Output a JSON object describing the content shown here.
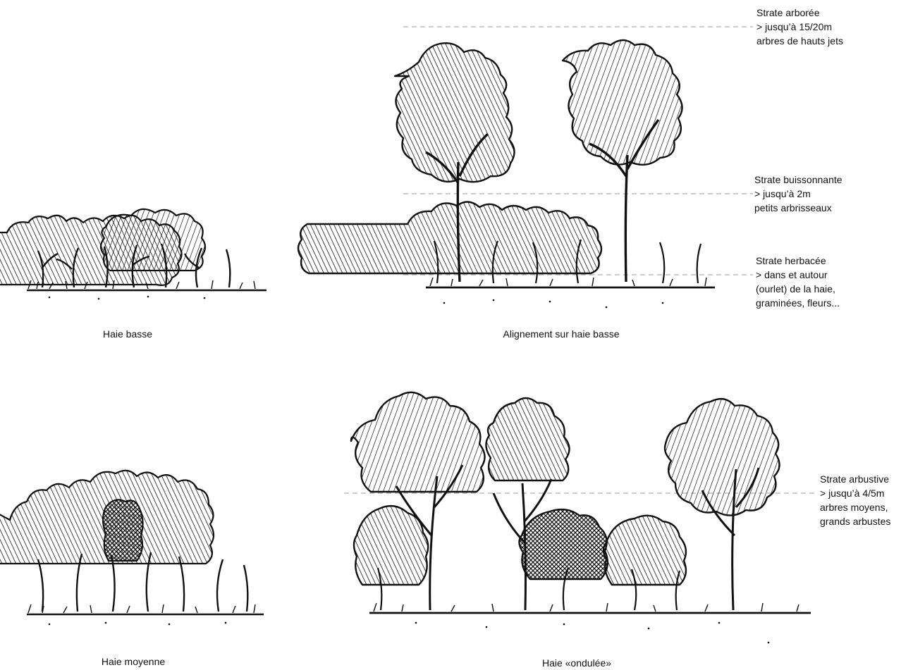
{
  "diagram": {
    "ink_color": "#111111",
    "guide_color": "#9a9a9a",
    "panels": [
      {
        "id": "haie-basse",
        "caption": "Haie basse"
      },
      {
        "id": "alignement",
        "caption": "Alignement sur haie basse"
      },
      {
        "id": "haie-moyenne",
        "caption": "Haie moyenne"
      },
      {
        "id": "haie-ondulee",
        "caption": "Haie «ondulée»"
      }
    ],
    "strata": {
      "arboree": {
        "lines": [
          "Strate arborée",
          "> jusqu’à 15/20m",
          "arbres de hauts jets"
        ]
      },
      "buissonnante": {
        "lines": [
          "Strate buissonnante",
          "> jusqu’à 2m",
          "petits arbrisseaux"
        ]
      },
      "herbacee": {
        "lines": [
          "Strate herbacée",
          "> dans et autour",
          "(ourlet) de la haie,",
          "graminées, fleurs..."
        ]
      },
      "arbustive": {
        "lines": [
          "Strate arbustive",
          "> jusqu’à 4/5m",
          "arbres moyens,",
          "grands arbustes"
        ]
      }
    }
  }
}
